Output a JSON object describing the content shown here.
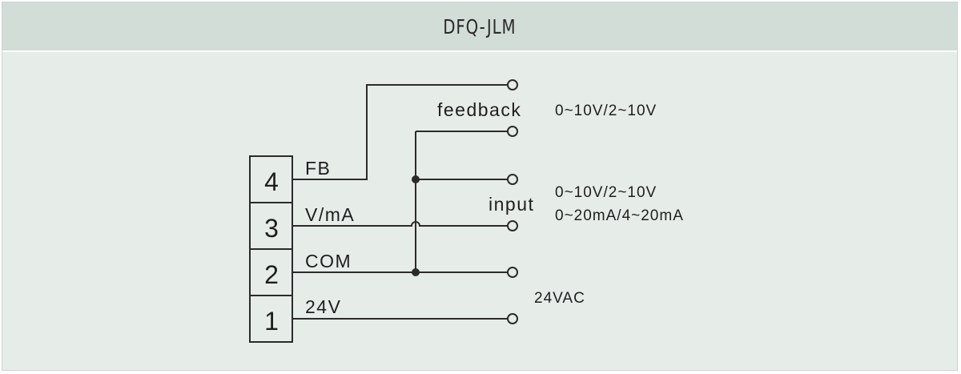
{
  "header": {
    "title": "DFQ-JLM"
  },
  "terminals": [
    {
      "number": "4",
      "label": "FB"
    },
    {
      "number": "3",
      "label": "V/mA"
    },
    {
      "number": "2",
      "label": "COM"
    },
    {
      "number": "1",
      "label": "24V"
    }
  ],
  "groups": {
    "feedback": {
      "label": "feedback",
      "range": "0~10V/2~10V"
    },
    "input": {
      "label": "input",
      "range_voltage": "0~10V/2~10V",
      "range_current": "0~20mA/4~20mA"
    },
    "supply": {
      "label": "24VAC"
    }
  },
  "colors": {
    "background": "#e6ede9",
    "header": "#d3ddd8",
    "line": "#2b2b2b"
  }
}
